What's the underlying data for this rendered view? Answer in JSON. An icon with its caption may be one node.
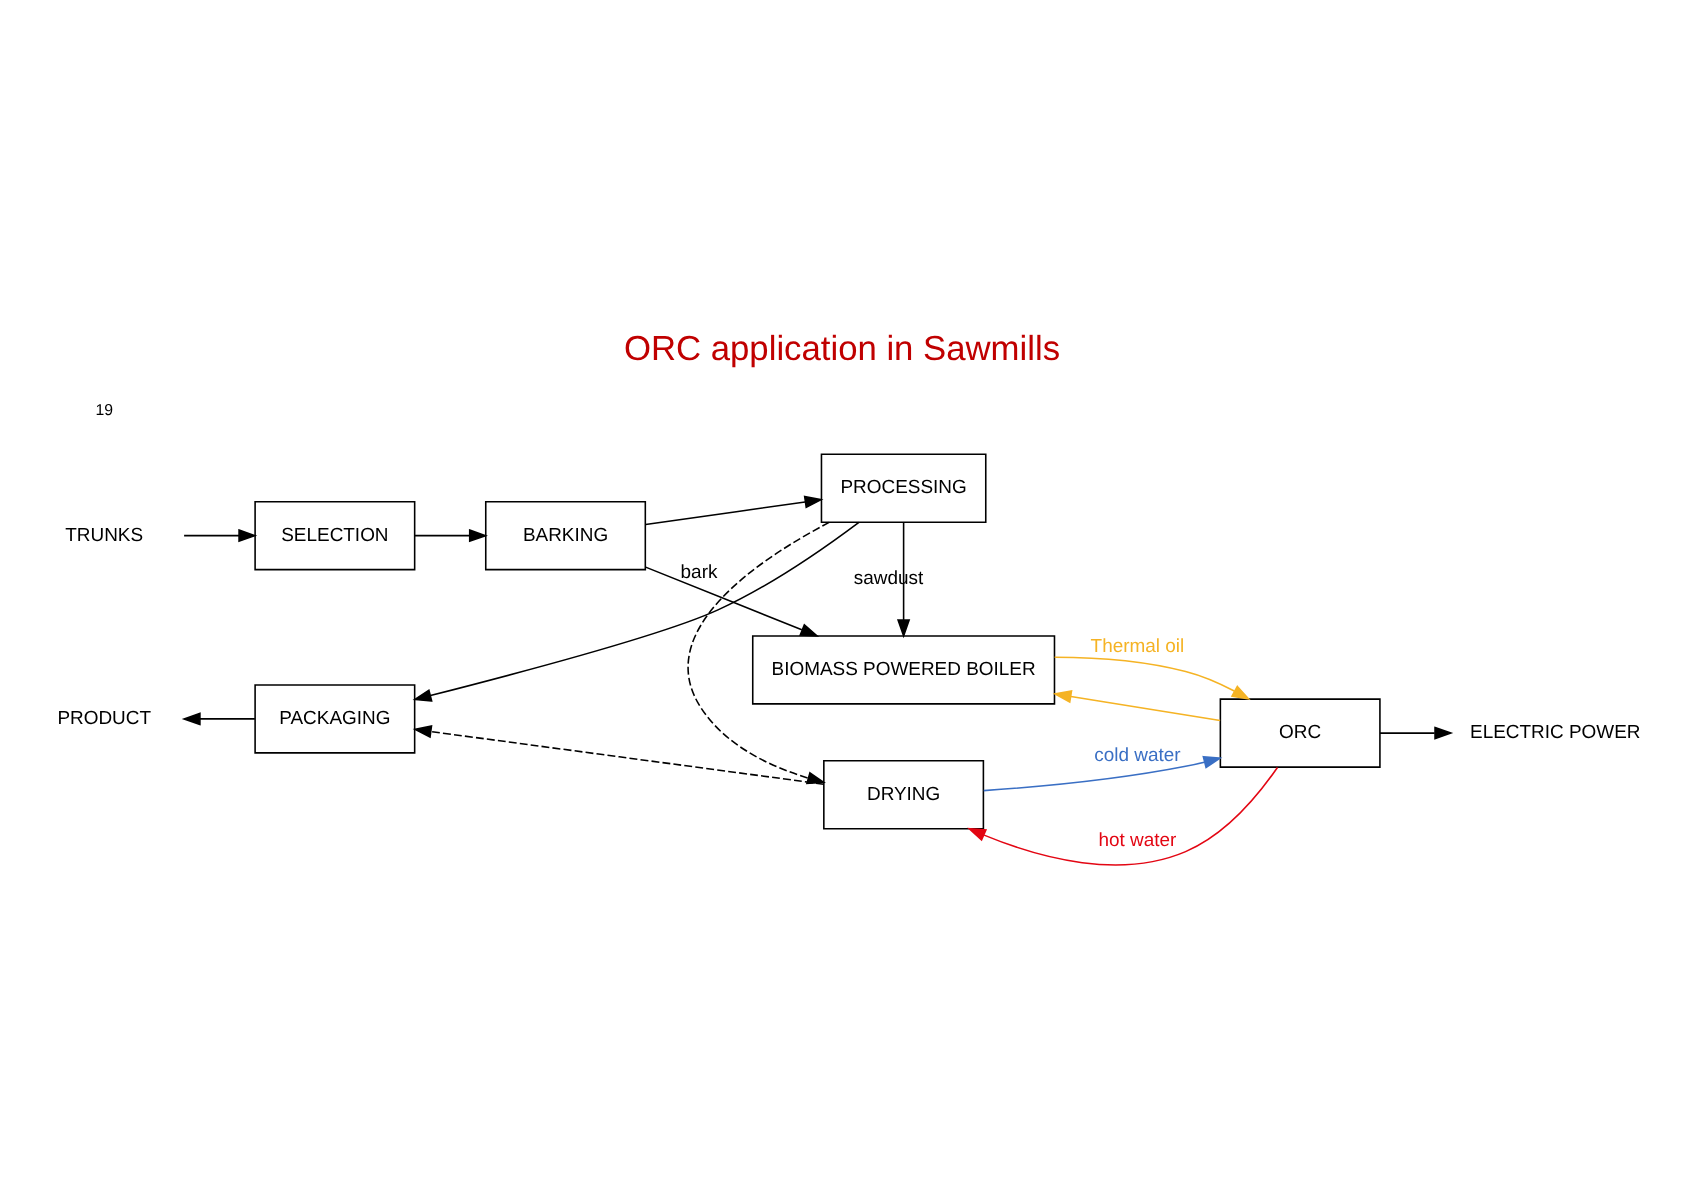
{
  "diagram": {
    "title": "ORC application in Sawmills",
    "nodes": [
      {
        "text": [
          "TRUNKS"
        ]
      },
      {
        "text": [
          "SELECTION"
        ]
      },
      {
        "text": [
          "BARKING"
        ]
      },
      {
        "text": [
          "PROCESSING"
        ]
      },
      {
        "text": [
          "BIOMASS POWERED BOILER"
        ]
      },
      {
        "text": [
          "ORC"
        ]
      },
      {
        "text": [
          "ELECTRIC POWER"
        ]
      },
      {
        "text": [
          "PACKAGING"
        ]
      },
      {
        "text": [
          "DRYING"
        ]
      },
      {
        "text": [
          "PRODUCT"
        ]
      }
    ],
    "edges": [
      {
        "from": 0,
        "to": 1,
        "arrow": "to"
      },
      {
        "from": 1,
        "to": 2,
        "arrow": "to"
      },
      {
        "from": 2,
        "to": 3,
        "arrow": "to"
      },
      {
        "from": 2,
        "to": 4,
        "arrow": "to",
        "label": "bark"
      },
      {
        "from": 3,
        "to": 4,
        "arrow": "to",
        "label": "sawdust"
      },
      {
        "from": 4,
        "to": 5,
        "arrow": "to",
        "label": "Thermal oil",
        "color": "#f5b324"
      },
      {
        "from": 5,
        "to": 4,
        "arrow": "to",
        "color": "#f5b324"
      },
      {
        "from": 5,
        "to": 6,
        "arrow": "to"
      },
      {
        "from": 3,
        "to": 7,
        "arrow": "to"
      },
      {
        "from": 3,
        "to": 8,
        "arrow": "to",
        "style": "dashed"
      },
      {
        "from": 8,
        "to": 7,
        "arrow": "to",
        "style": "dashed"
      },
      {
        "from": 5,
        "to": 8,
        "arrow": "to",
        "label": "hot water",
        "color": "#e30613"
      },
      {
        "from": 8,
        "to": 5,
        "arrow": "to",
        "label": "cold water",
        "color": "#3a6fc4"
      },
      {
        "from": 7,
        "to": 9,
        "arrow": "to"
      }
    ],
    "labels": [
      "19"
    ]
  }
}
